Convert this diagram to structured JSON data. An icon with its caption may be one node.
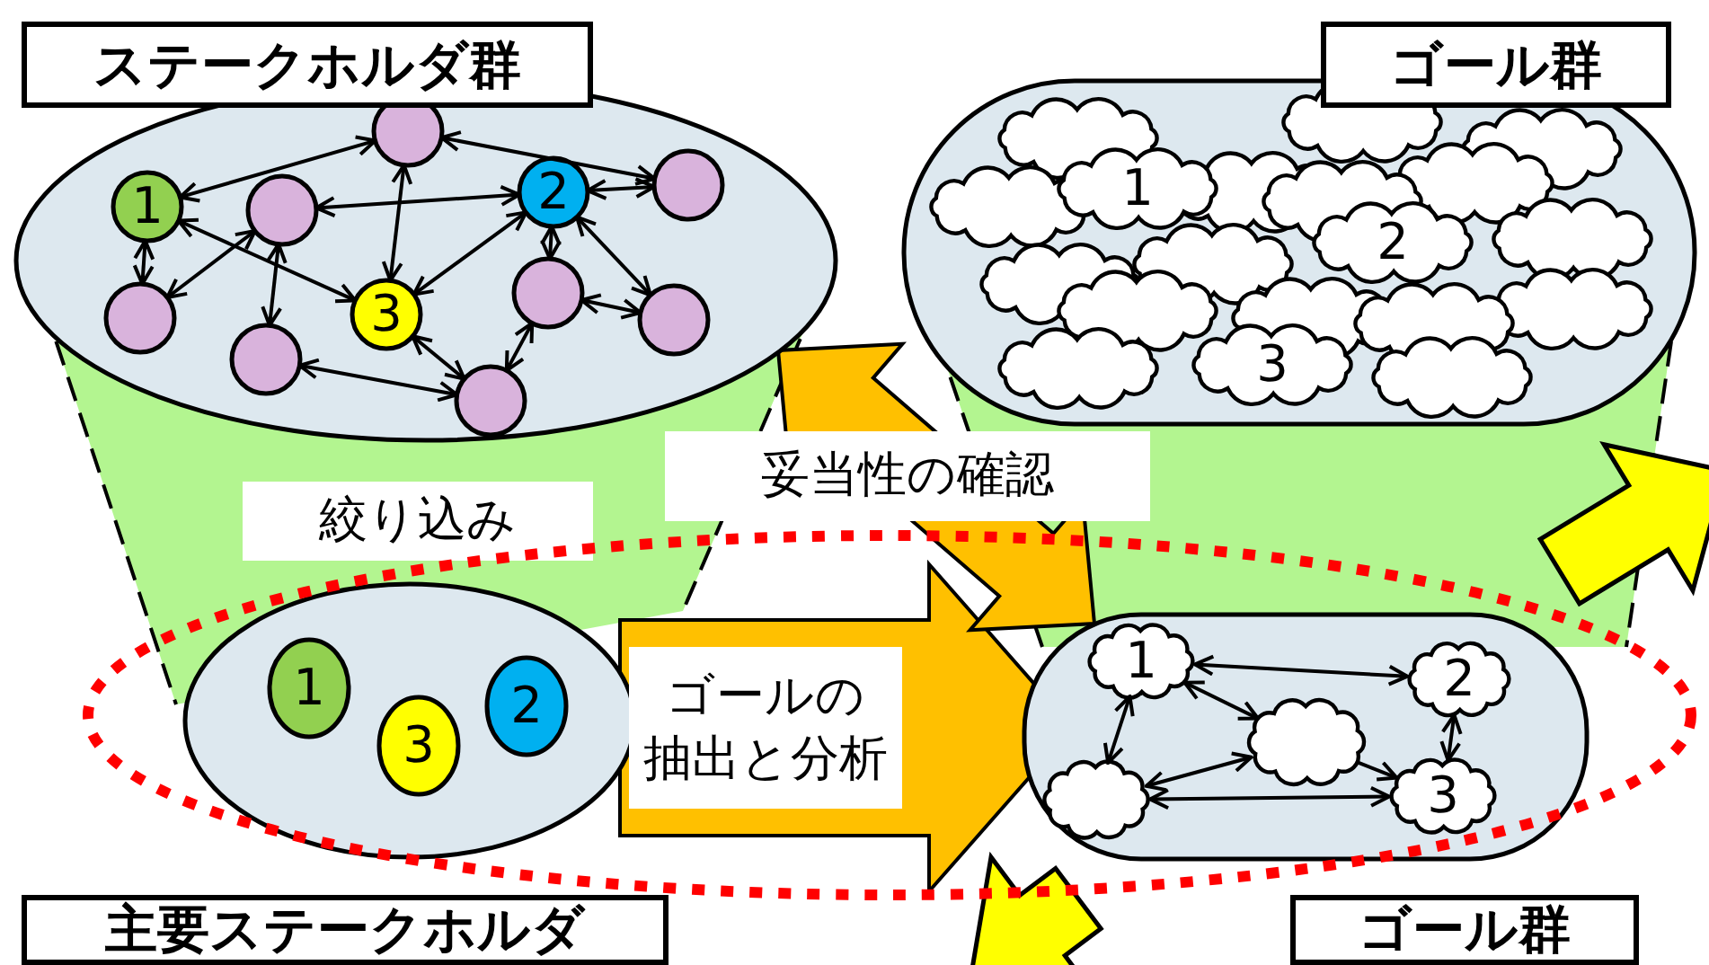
{
  "diagram": {
    "nodes": [
      {
        "text": [
          "ステークホルダ群"
        ]
      },
      {
        "text": [],
        "shape": "circle",
        "in": 0
      },
      {
        "text": [
          "1"
        ],
        "in": 0
      },
      {
        "text": [],
        "shape": "circle",
        "in": 0
      },
      {
        "text": [
          "2"
        ],
        "in": 0
      },
      {
        "text": [],
        "shape": "circle",
        "in": 0
      },
      {
        "text": [],
        "shape": "circle",
        "in": 0
      },
      {
        "text": [],
        "shape": "circle",
        "in": 0
      },
      {
        "text": [
          "3"
        ],
        "in": 0
      },
      {
        "text": [],
        "shape": "circle",
        "in": 0
      },
      {
        "text": [],
        "shape": "circle",
        "in": 0
      },
      {
        "text": [],
        "shape": "circle",
        "in": 0
      },
      {
        "text": [
          "ゴール群"
        ]
      },
      {
        "text": [],
        "shape": "cloud",
        "in": 12
      },
      {
        "text": [],
        "shape": "cloud",
        "in": 12
      },
      {
        "text": [],
        "shape": "cloud",
        "in": 12
      },
      {
        "text": [],
        "shape": "cloud",
        "in": 12
      },
      {
        "text": [
          "1"
        ],
        "in": 12
      },
      {
        "text": [],
        "shape": "cloud",
        "in": 12
      },
      {
        "text": [],
        "shape": "cloud",
        "in": 12
      },
      {
        "text": [],
        "shape": "cloud",
        "in": 12
      },
      {
        "text": [],
        "shape": "cloud",
        "in": 12
      },
      {
        "text": [
          "2"
        ],
        "in": 12
      },
      {
        "text": [],
        "shape": "cloud",
        "in": 12
      },
      {
        "text": [],
        "shape": "cloud",
        "in": 12
      },
      {
        "text": [],
        "shape": "cloud",
        "in": 12
      },
      {
        "text": [],
        "shape": "cloud",
        "in": 12
      },
      {
        "text": [],
        "shape": "cloud",
        "in": 12
      },
      {
        "text": [],
        "shape": "cloud",
        "in": 12
      },
      {
        "text": [
          "3"
        ],
        "in": 12
      },
      {
        "text": [],
        "shape": "cloud",
        "in": 12
      },
      {
        "text": [],
        "shape": "cloud",
        "in": 12
      },
      {
        "text": [
          "主要ステークホルダ"
        ]
      },
      {
        "text": [
          "1"
        ],
        "in": 32
      },
      {
        "text": [
          "3"
        ],
        "in": 32
      },
      {
        "text": [
          "2"
        ],
        "in": 32
      },
      {
        "text": [
          "ゴール群"
        ]
      },
      {
        "text": [
          "1"
        ],
        "in": 36
      },
      {
        "text": [
          "2"
        ],
        "in": 36
      },
      {
        "text": [],
        "shape": "cloud",
        "in": 36
      },
      {
        "text": [],
        "shape": "cloud",
        "in": 36
      },
      {
        "text": [
          "3"
        ],
        "in": 36
      }
    ],
    "edges": [
      {
        "from": 1,
        "to": 2,
        "arrow": "both"
      },
      {
        "from": 1,
        "to": 5,
        "arrow": "both"
      },
      {
        "from": 1,
        "to": 8,
        "arrow": "both"
      },
      {
        "from": 3,
        "to": 4,
        "arrow": "both"
      },
      {
        "from": 2,
        "to": 6,
        "arrow": "both"
      },
      {
        "from": 3,
        "to": 6,
        "arrow": "both"
      },
      {
        "from": 2,
        "to": 8,
        "arrow": "both"
      },
      {
        "from": 3,
        "to": 7,
        "arrow": "both"
      },
      {
        "from": 4,
        "to": 8,
        "arrow": "both"
      },
      {
        "from": 4,
        "to": 5,
        "arrow": "both"
      },
      {
        "from": 4,
        "to": 9,
        "arrow": "both"
      },
      {
        "from": 4,
        "to": 10,
        "arrow": "both"
      },
      {
        "from": 9,
        "to": 10,
        "arrow": "both"
      },
      {
        "from": 9,
        "to": 11,
        "arrow": "both"
      },
      {
        "from": 8,
        "to": 11,
        "arrow": "both"
      },
      {
        "from": 7,
        "to": 11,
        "arrow": "both"
      },
      {
        "from": 37,
        "to": 38,
        "arrow": "both"
      },
      {
        "from": 37,
        "to": 40,
        "arrow": "both"
      },
      {
        "from": 37,
        "to": 39,
        "arrow": "both"
      },
      {
        "from": 39,
        "to": 40,
        "arrow": "both"
      },
      {
        "from": 39,
        "to": 41,
        "arrow": "both"
      },
      {
        "from": 40,
        "to": 41,
        "arrow": "to"
      },
      {
        "from": 38,
        "to": 41,
        "arrow": "both"
      },
      {
        "from": 32,
        "to": 36,
        "arrow": "to",
        "label": "ゴールの抽出と分析",
        "style": "thick",
        "color": "#ffc000"
      },
      {
        "from": 0,
        "to": 36,
        "arrow": "both",
        "label": "妥当性の確認",
        "style": "thick",
        "color": "#ffc000"
      }
    ],
    "labels": [
      "絞り込み"
    ]
  }
}
